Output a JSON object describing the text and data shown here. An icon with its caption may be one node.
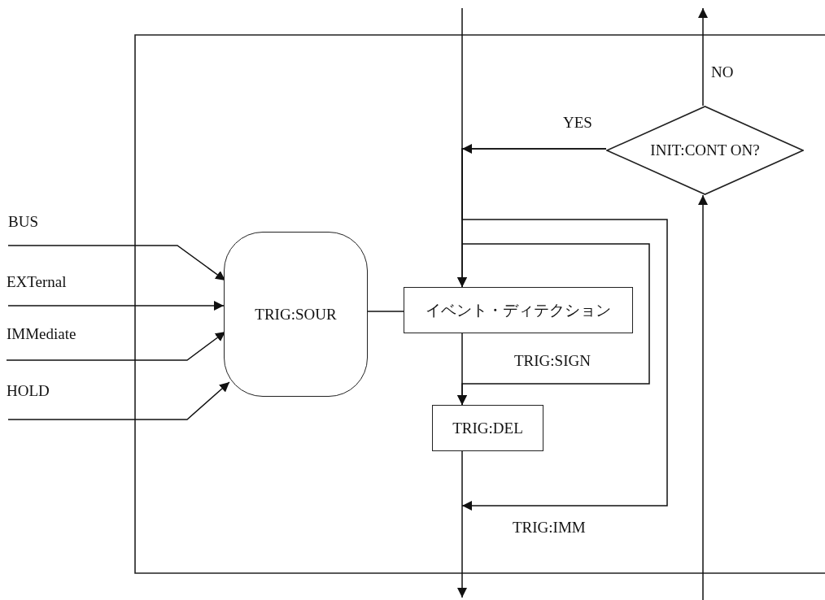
{
  "diagram": {
    "nodes": [
      {
        "text": [
          "BUS"
        ]
      },
      {
        "text": [
          "EXTernal"
        ]
      },
      {
        "text": [
          "IMMediate"
        ]
      },
      {
        "text": [
          "HOLD"
        ]
      },
      {
        "text": [
          "TRIG:SOUR"
        ]
      },
      {
        "text": [
          "イベント・ディテクション"
        ]
      },
      {
        "text": [
          "TRIG:DEL"
        ]
      },
      {
        "text": [
          "INIT:CONT ON?"
        ]
      }
    ],
    "edges": [
      {
        "from": 0,
        "to": 4,
        "arrow": "to"
      },
      {
        "from": 1,
        "to": 4,
        "arrow": "to"
      },
      {
        "from": 2,
        "to": 4,
        "arrow": "to"
      },
      {
        "from": 3,
        "to": 4,
        "arrow": "to"
      },
      {
        "from": 4,
        "to": 5,
        "arrow": "none"
      },
      {
        "from": null,
        "to": 5,
        "arrow": "to"
      },
      {
        "from": 7,
        "to": 5,
        "arrow": "to",
        "label": "YES"
      },
      {
        "from": null,
        "to": 6,
        "arrow": "to",
        "label": "TRIG:SIGN"
      },
      {
        "from": 7,
        "to": null,
        "arrow": "to",
        "label": "TRIG:IMM"
      },
      {
        "from": 5,
        "to": 6,
        "arrow": "to"
      },
      {
        "from": 6,
        "to": null,
        "arrow": "to"
      },
      {
        "from": null,
        "to": 7,
        "arrow": "to"
      },
      {
        "from": 7,
        "to": null,
        "arrow": "to",
        "label": "NO"
      }
    ]
  }
}
